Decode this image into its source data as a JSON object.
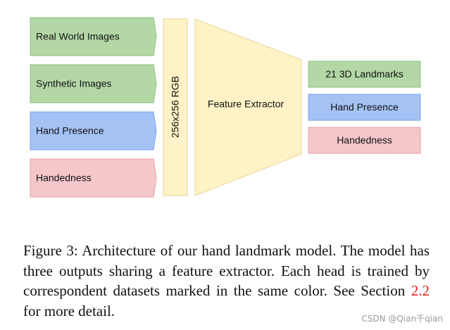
{
  "diagram": {
    "inputs": [
      {
        "label": "Real World Images",
        "color": "#b3d7a5",
        "border": "#8fc27e"
      },
      {
        "label": "Synthetic Images",
        "color": "#b3d7a5",
        "border": "#8fc27e"
      },
      {
        "label": "Hand Presence",
        "color": "#a4c2f4",
        "border": "#7ea6e8"
      },
      {
        "label": "Handedness",
        "color": "#f4c7c9",
        "border": "#e6a2a6"
      }
    ],
    "rgb_label": "256x256 RGB",
    "rgb_color": "#fff2c7",
    "rgb_border": "#e9d59a",
    "extractor_label": "Feature Extractor",
    "outputs": [
      {
        "label": "21 3D Landmarks",
        "color": "#b3d7a5",
        "border": "#8fc27e"
      },
      {
        "label": "Hand Presence",
        "color": "#a4c2f4",
        "border": "#7ea6e8"
      },
      {
        "label": "Handedness",
        "color": "#f4c7c9",
        "border": "#e6a2a6"
      }
    ]
  },
  "caption": {
    "before_ref": "Figure 3: Architecture of our hand landmark model. The model has three outputs sharing a feature extractor. Each head is trained by correspondent datasets marked in the same color. See Section ",
    "ref": "2.2",
    "after_ref": " for more detail."
  },
  "watermark": "CSDN @Qian千qian"
}
